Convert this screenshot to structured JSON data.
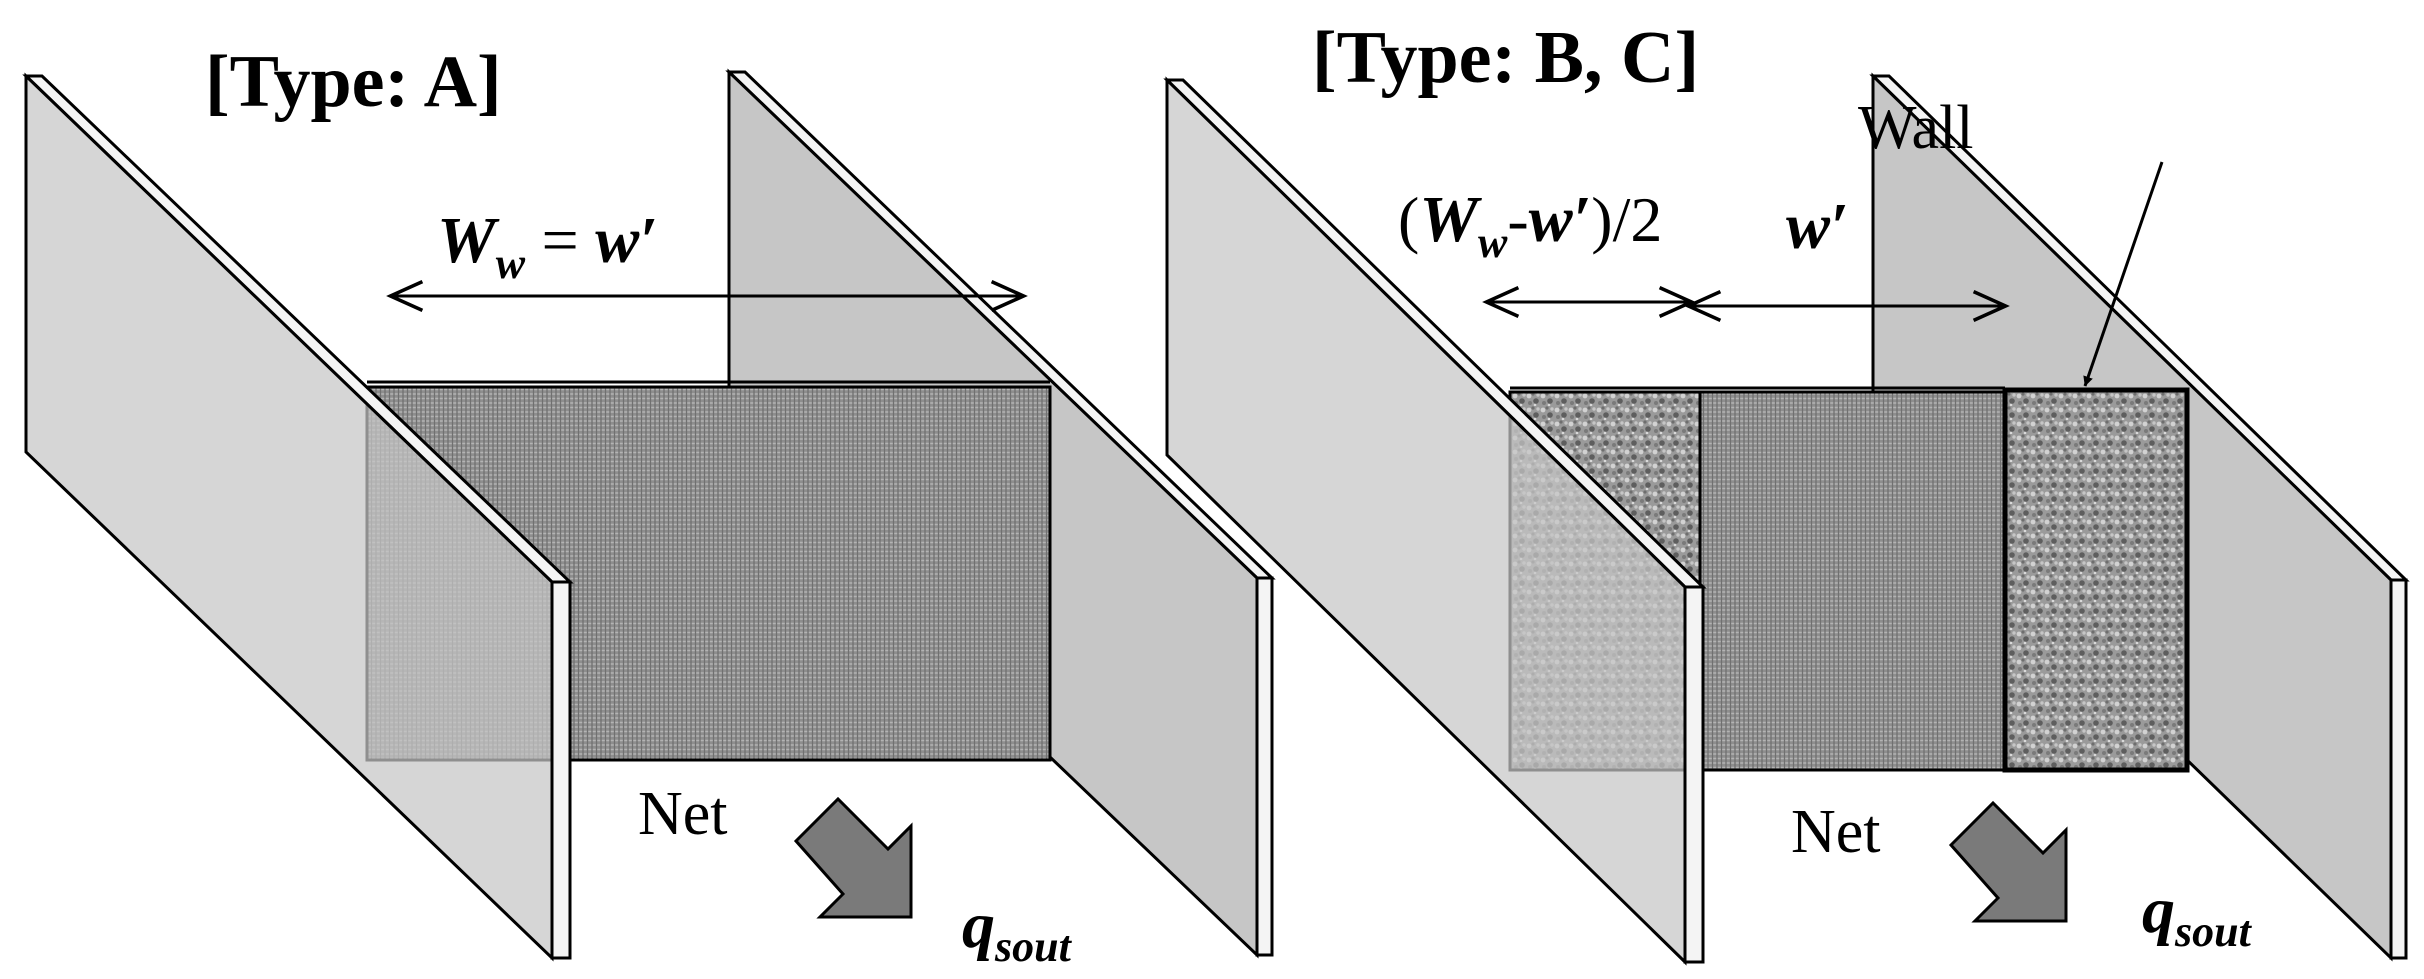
{
  "panel_a": {
    "title": "[Type: A]",
    "dim_lhs": "W",
    "dim_lhs_sub": "w",
    "dim_eq": " = ",
    "dim_rhs": "w′",
    "net_label": "Net",
    "flow_var": "q",
    "flow_sub": "sout"
  },
  "panel_bc": {
    "title": "[Type: B, C]",
    "dim1_open": "(",
    "dim1_W": "W",
    "dim1_sub": "w",
    "dim1_minus": "-",
    "dim1_w": "w′",
    "dim1_close": ")/2",
    "dim2": "w′",
    "wall_label": "Wall",
    "net_label": "Net",
    "flow_var": "q",
    "flow_sub": "sout"
  },
  "colors": {
    "plate_face": "#c6c6c6",
    "plate_edge": "#f4f4f4",
    "net_fill": "#8c8c8c",
    "wall_fill": "#9a9a9a",
    "arrow_fill": "#7a7a7a",
    "stroke": "#000000"
  }
}
